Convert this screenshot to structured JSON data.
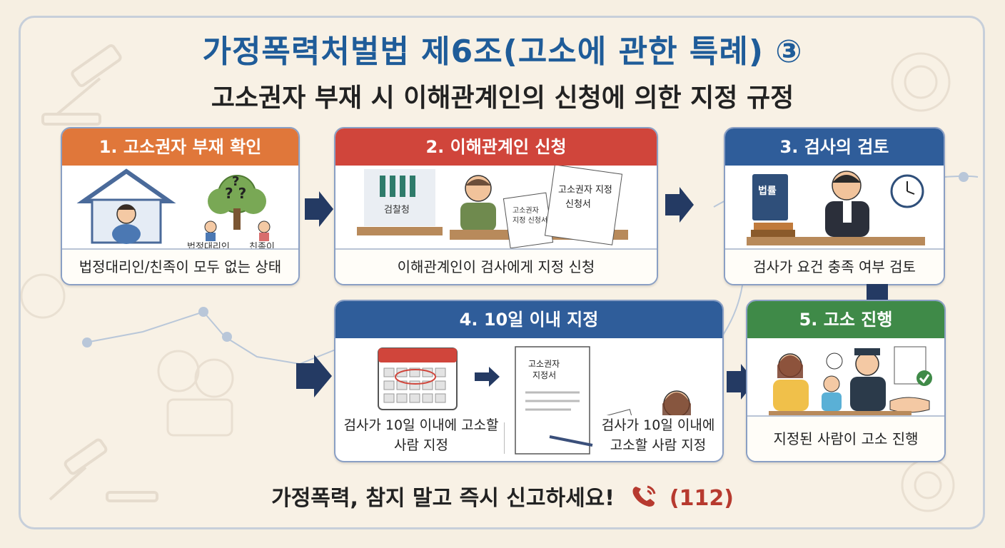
{
  "title": "가정폭력처벌법 제6조(고소에 관한 특례) ③",
  "subtitle": "고소권자 부재 시 이해관계인의 신청에 의한 지정 규정",
  "steps": [
    {
      "title": "1. 고소권자 부재 확인",
      "caption": "법정대리인/친족이 모두 없는 상태",
      "labels": [
        "법정대리인",
        "친족이"
      ]
    },
    {
      "title": "2. 이해관계인 신청",
      "caption": "이해관계인이 검사에게 지정 신청",
      "labels": [
        "검찰청",
        "고소권자 지정 신청서",
        "고소권자 지정 신청서"
      ]
    },
    {
      "title": "3. 검사의 검토",
      "caption": "검사가 요건 충족 여부 검토",
      "labels": [
        "법률"
      ]
    },
    {
      "title": "4. 10일 이내 지정",
      "caption_left": "검사가 10일 이내에 고소할 사람 지정",
      "caption_right": "검사가 10일 이내에 고소할 사람 지정",
      "labels": [
        "고소권자 지정서"
      ]
    },
    {
      "title": "5. 고소 진행",
      "caption": "지정된 사람이 고소 진행"
    }
  ],
  "footer": {
    "text": "가정폭력, 참지 말고 즉시 신고하세요!",
    "number": "(112)",
    "icon": "phone-icon"
  },
  "colors": {
    "title": "#1f5c99",
    "step1": "#e0773a",
    "step2": "#d0453b",
    "step3": "#2f5d9a",
    "step4": "#2f5d9a",
    "step5": "#3f8a48",
    "arrow": "#243a63",
    "footer_number": "#b73a2f"
  }
}
